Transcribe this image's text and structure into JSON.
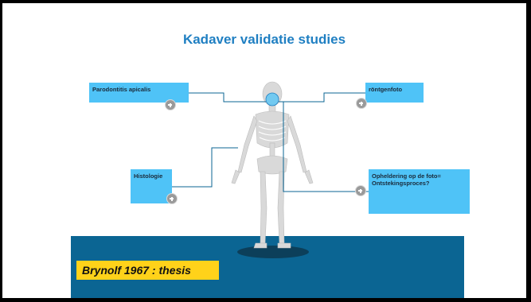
{
  "slide": {
    "title": "Kadaver validatie studies",
    "boxes": {
      "parodontitis": "Parodontitis apicalis",
      "rontgenfoto": "röntgenfoto",
      "histologie": "Histologie",
      "opheldering": "Opheldering op de foto= Ontstekingsproces?"
    },
    "citation": "Brynolf  1967 : thesis"
  },
  "colors": {
    "title": "#1f7fc2",
    "box": "#4fc3f7",
    "floor": "#0b6593",
    "citation": "#ffd21a",
    "lines": "#0b6593"
  }
}
